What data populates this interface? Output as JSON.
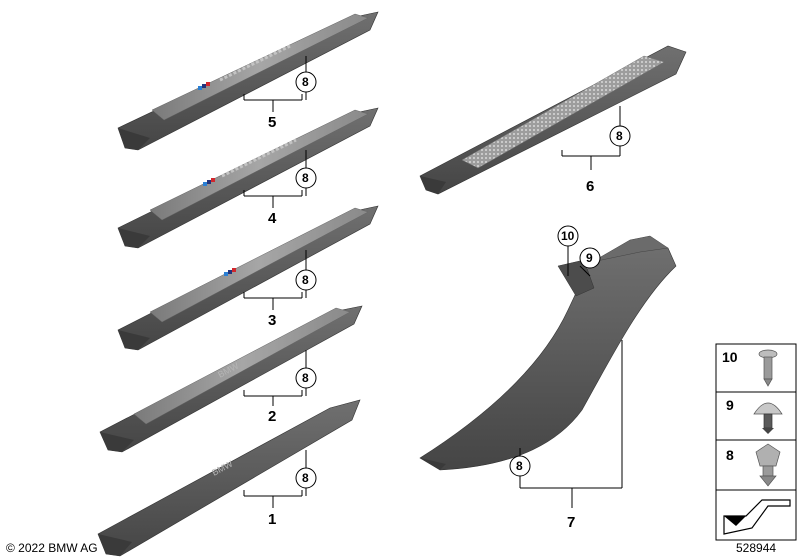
{
  "parts": [
    {
      "number": "1",
      "fastener": "8",
      "emboss": "BMW"
    },
    {
      "number": "2",
      "fastener": "8",
      "emboss": "BMW"
    },
    {
      "number": "3",
      "fastener": "8"
    },
    {
      "number": "4",
      "fastener": "8"
    },
    {
      "number": "5",
      "fastener": "8"
    },
    {
      "number": "6",
      "fastener": "8"
    },
    {
      "number": "7",
      "fastener": "8",
      "fastener_b": "9",
      "fastener_c": "10"
    }
  ],
  "legend": [
    {
      "number": "10",
      "icon": "expanding-rivet-icon"
    },
    {
      "number": "9",
      "icon": "push-button-clip-icon"
    },
    {
      "number": "8",
      "icon": "spreader-nut-clip-icon"
    }
  ],
  "footer": {
    "copyright": "© 2022 BMW AG",
    "diagram_id": "528944"
  },
  "colors": {
    "trim": "#5c5c5c",
    "trim_dark": "#3e3e3e",
    "insert": "#8d8d8d",
    "insert_light": "#b9b9b9",
    "m_blue": "#2a7fd4",
    "m_navy": "#24337a",
    "m_red": "#d2262c"
  }
}
